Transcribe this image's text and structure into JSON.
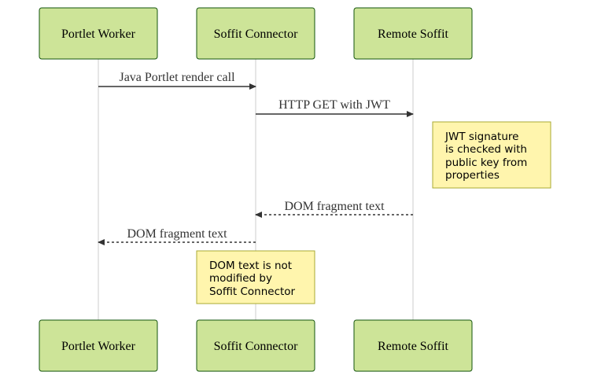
{
  "participants": [
    {
      "id": "worker",
      "label": "Portlet Worker"
    },
    {
      "id": "connector",
      "label": "Soffit Connector"
    },
    {
      "id": "remote",
      "label": "Remote Soffit"
    }
  ],
  "messages": [
    {
      "from": "worker",
      "to": "connector",
      "label": "Java Portlet render call",
      "style": "solid"
    },
    {
      "from": "connector",
      "to": "remote",
      "label": "HTTP GET with JWT",
      "style": "solid"
    },
    {
      "from": "remote",
      "to": "connector",
      "label": "DOM fragment text",
      "style": "dashed"
    },
    {
      "from": "connector",
      "to": "worker",
      "label": "DOM fragment text",
      "style": "dashed"
    }
  ],
  "notes": [
    {
      "over": "remote",
      "lines": [
        "JWT signature",
        "is checked with",
        "public key from",
        "properties"
      ]
    },
    {
      "over": "connector",
      "lines": [
        "DOM text is not",
        "modified by",
        "Soffit Connector"
      ]
    }
  ],
  "colors": {
    "actor_fill": "#cde498",
    "actor_stroke": "#13540c",
    "lifeline": "#cccccc",
    "message_line": "#333333",
    "note_fill": "#fff5ad",
    "note_stroke": "#aaaa33"
  }
}
